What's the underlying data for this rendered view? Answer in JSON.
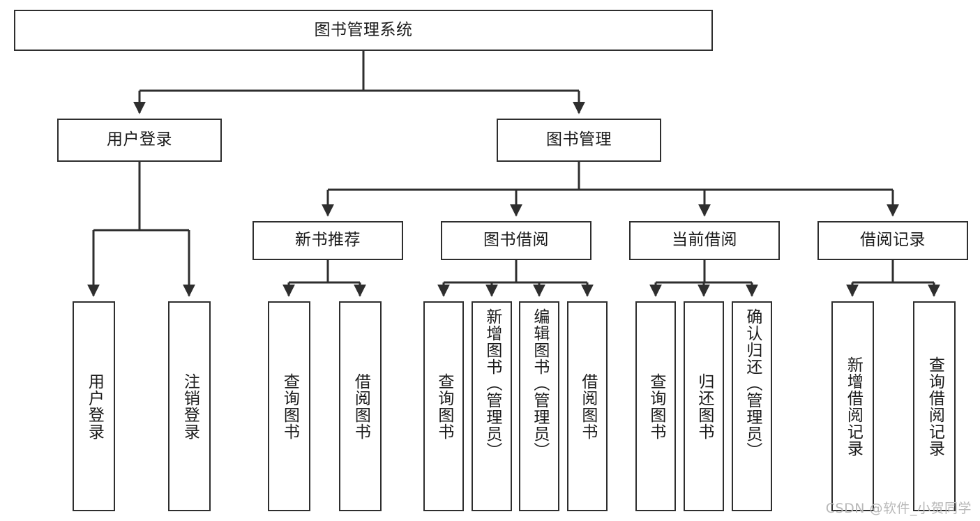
{
  "diagram": {
    "title_box": {
      "label": "图书管理系统"
    },
    "level2": [
      {
        "id": "user-login",
        "label": "用户登录"
      },
      {
        "id": "book-management",
        "label": "图书管理"
      }
    ],
    "level3": [
      {
        "id": "new-book-recommend",
        "label": "新书推荐"
      },
      {
        "id": "book-borrow",
        "label": "图书借阅"
      },
      {
        "id": "current-borrow",
        "label": "当前借阅"
      },
      {
        "id": "borrow-record",
        "label": "借阅记录"
      }
    ],
    "leaves": [
      {
        "id": "leaf-user-login",
        "label": "用户登录",
        "parent": "user-login"
      },
      {
        "id": "leaf-logout-login",
        "label": "注销登录",
        "parent": "user-login"
      },
      {
        "id": "leaf-query-book-1",
        "label": "查询图书",
        "parent": "new-book-recommend"
      },
      {
        "id": "leaf-borrow-book-1",
        "label": "借阅图书",
        "parent": "new-book-recommend"
      },
      {
        "id": "leaf-query-book-2",
        "label": "查询图书",
        "parent": "book-borrow"
      },
      {
        "id": "leaf-add-book",
        "label": "新增图书（管理员）",
        "parent": "book-borrow"
      },
      {
        "id": "leaf-edit-book",
        "label": "编辑图书（管理员）",
        "parent": "book-borrow"
      },
      {
        "id": "leaf-borrow-book-2",
        "label": "借阅图书",
        "parent": "book-borrow"
      },
      {
        "id": "leaf-query-book-3",
        "label": "查询图书",
        "parent": "current-borrow"
      },
      {
        "id": "leaf-return-book",
        "label": "归还图书",
        "parent": "current-borrow"
      },
      {
        "id": "leaf-confirm-return",
        "label": "确认归还（管理员）",
        "parent": "current-borrow"
      },
      {
        "id": "leaf-add-record",
        "label": "新增借阅记录",
        "parent": "borrow-record"
      },
      {
        "id": "leaf-query-record",
        "label": "查询借阅记录",
        "parent": "borrow-record"
      }
    ],
    "colors": {
      "stroke": "#2e2e2e",
      "text": "#1b1b1b",
      "background": "#ffffff",
      "watermark": "#b8b8b8"
    }
  },
  "watermark": {
    "text": "CSDN @软件_小贺同学"
  }
}
